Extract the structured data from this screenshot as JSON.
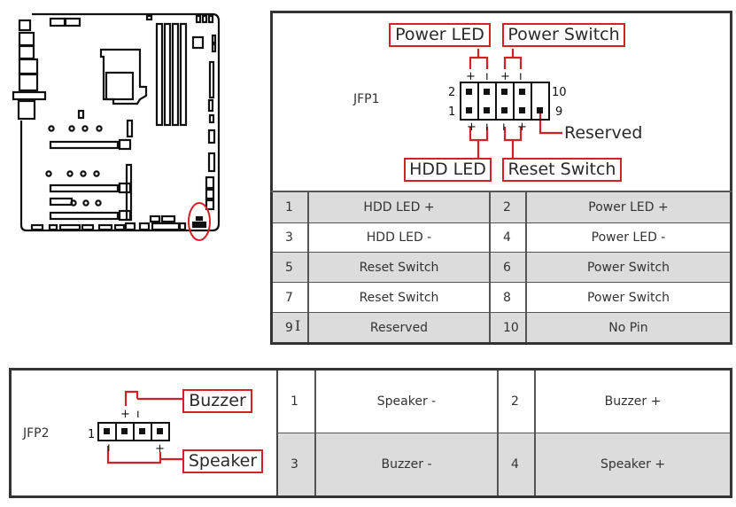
{
  "jfp1": {
    "header_name": "JFP1",
    "labels": {
      "power_led": "Power LED",
      "power_switch": "Power Switch",
      "hdd_led": "HDD LED",
      "reset_switch": "Reset Switch",
      "reserved": "Reserved"
    },
    "pin_numbers": {
      "top_left": "2",
      "bottom_left": "1",
      "top_right": "10",
      "bottom_right": "9"
    },
    "polarity_top": [
      "+",
      "-",
      "+",
      "-"
    ],
    "polarity_bottom": [
      "+",
      "-",
      "-",
      "+"
    ],
    "table": [
      {
        "pin_a": "1",
        "signal_a": "HDD LED +",
        "pin_b": "2",
        "signal_b": "Power LED +"
      },
      {
        "pin_a": "3",
        "signal_a": "HDD LED -",
        "pin_b": "4",
        "signal_b": "Power LED -"
      },
      {
        "pin_a": "5",
        "signal_a": "Reset Switch",
        "pin_b": "6",
        "signal_b": "Power Switch"
      },
      {
        "pin_a": "7",
        "signal_a": "Reset Switch",
        "pin_b": "8",
        "signal_b": "Power Switch"
      },
      {
        "pin_a": "9",
        "signal_a": "Reserved",
        "pin_b": "10",
        "signal_b": "No Pin"
      }
    ]
  },
  "jfp2": {
    "header_name": "JFP2",
    "pin_one": "1",
    "labels": {
      "buzzer": "Buzzer",
      "speaker": "Speaker"
    },
    "polarity_top": [
      "+",
      "-"
    ],
    "polarity_bottom": [
      "-",
      "+"
    ],
    "table": [
      {
        "pin_a": "1",
        "signal_a": "Speaker -",
        "pin_b": "2",
        "signal_b": "Buzzer +"
      },
      {
        "pin_a": "3",
        "signal_a": "Buzzer -",
        "pin_b": "4",
        "signal_b": "Speaker +"
      }
    ]
  },
  "colors": {
    "accent_red": "#d42027",
    "row_gray": "#dcdcdc",
    "border": "#333333"
  }
}
